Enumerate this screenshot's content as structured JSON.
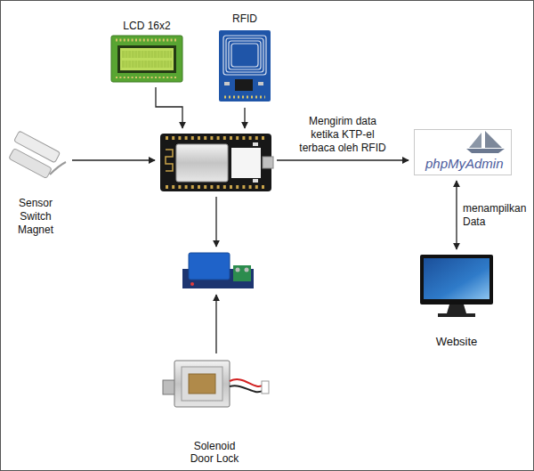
{
  "diagram": {
    "nodes": [
      {
        "text": [
          "LCD 16x2"
        ]
      },
      {
        "text": [
          "RFID"
        ]
      },
      {
        "text": [
          "Sensor Switch Magnet"
        ]
      },
      {
        "text": []
      },
      {
        "text": [
          "phpMyAdmin"
        ]
      },
      {
        "text": []
      },
      {
        "text": [
          "Website"
        ]
      },
      {
        "text": [
          "Solenoid Door Lock"
        ]
      }
    ],
    "edges": [
      {
        "from": 0,
        "to": 3,
        "arrow": "to"
      },
      {
        "from": 1,
        "to": 3,
        "arrow": "to"
      },
      {
        "from": 2,
        "to": 3,
        "arrow": "to"
      },
      {
        "from": 3,
        "to": 4,
        "label": "Mengirim data ketika KTP-el terbaca oleh RFID",
        "arrow": "to"
      },
      {
        "from": 4,
        "to": 6,
        "label": "menampilkan Data",
        "arrow": "both"
      },
      {
        "from": 3,
        "to": 5,
        "arrow": "to"
      },
      {
        "from": 7,
        "to": 5,
        "arrow": "to"
      }
    ]
  }
}
